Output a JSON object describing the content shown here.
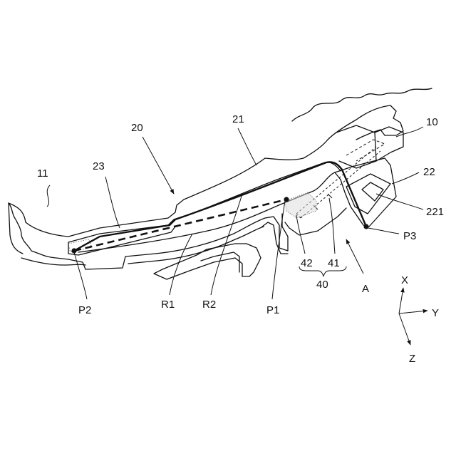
{
  "labels": {
    "part_10": "10",
    "part_11": "11",
    "part_20": "20",
    "part_21": "21",
    "part_22": "22",
    "part_221": "221",
    "part_23": "23",
    "part_40": "40",
    "part_41": "41",
    "part_42": "42",
    "point_p1": "P1",
    "point_p2": "P2",
    "point_p3": "P3",
    "route_r1": "R1",
    "route_r2": "R2",
    "view_a": "A"
  },
  "axes": {
    "x": "X",
    "y": "Y",
    "z": "Z"
  }
}
